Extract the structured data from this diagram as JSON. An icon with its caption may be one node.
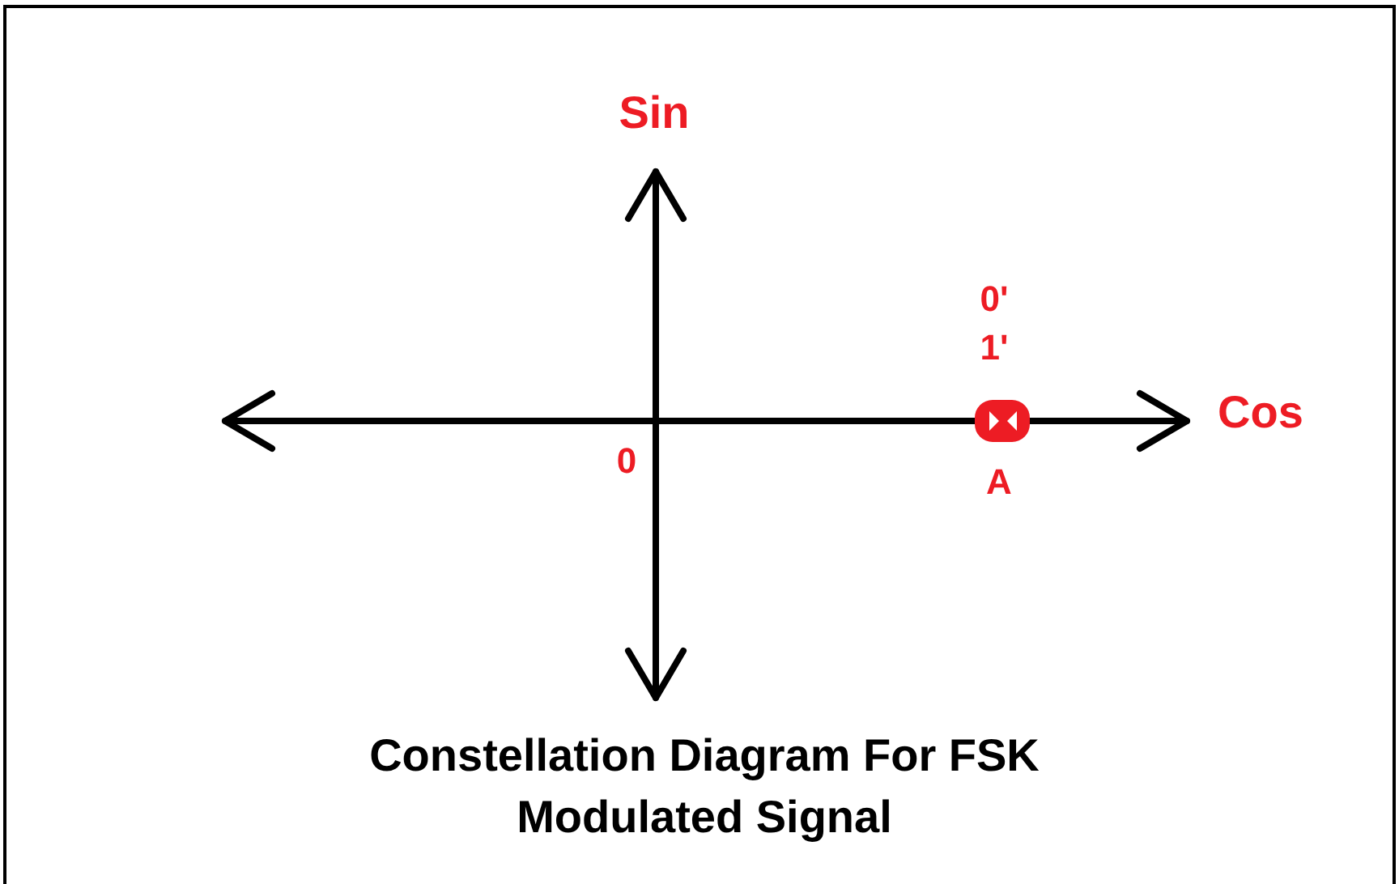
{
  "diagram": {
    "caption": "Constellation Diagram For FSK Modulated Signal",
    "labels": [
      "Sin",
      "0'",
      "1'",
      "Cos",
      "0",
      "A"
    ]
  }
}
